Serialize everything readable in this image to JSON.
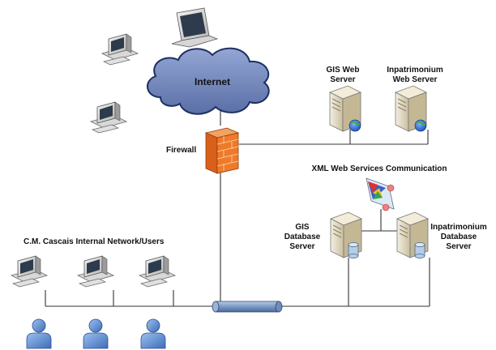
{
  "cloud_label": "Internet",
  "firewall_label": "Firewall",
  "gis_web_server": [
    "GIS Web",
    "Server"
  ],
  "inpatrimonium_web_server": [
    "Inpatrimonium",
    "Web Server"
  ],
  "xml_label": "XML Web Services Communication",
  "gis_db_server": [
    "GIS",
    "Database",
    "Server"
  ],
  "inpatrimonium_db_server": [
    "Inpatrimonium",
    "Database",
    "Server"
  ],
  "internal_network_label": "C.M. Cascais Internal Network/Users",
  "colors": {
    "cloud_fill": "#6f84b8",
    "cloud_stroke": "#1e2f63",
    "firewall": "#e8731e",
    "server_body": "#e4dcc4",
    "bus_fill": "#7a98c4",
    "user_fill": "#5b8ad2",
    "monitor_screen": "#2d3b4c"
  }
}
